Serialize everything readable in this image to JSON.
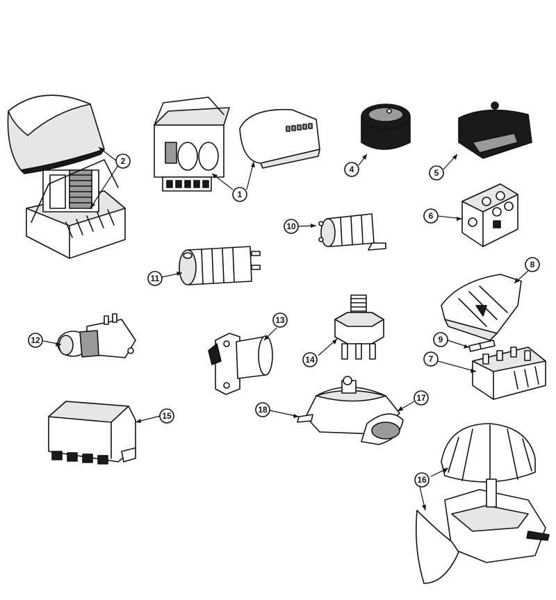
{
  "callouts": [
    {
      "id": "c1",
      "label": "1"
    },
    {
      "id": "c2",
      "label": "2"
    },
    {
      "id": "c4",
      "label": "4"
    },
    {
      "id": "c5",
      "label": "5"
    },
    {
      "id": "c6",
      "label": "6"
    },
    {
      "id": "c7",
      "label": "7"
    },
    {
      "id": "c8",
      "label": "8"
    },
    {
      "id": "c9",
      "label": "9"
    },
    {
      "id": "c10",
      "label": "10"
    },
    {
      "id": "c11",
      "label": "11"
    },
    {
      "id": "c12",
      "label": "12"
    },
    {
      "id": "c13",
      "label": "13"
    },
    {
      "id": "c14",
      "label": "14"
    },
    {
      "id": "c15",
      "label": "15"
    },
    {
      "id": "c16",
      "label": "16"
    },
    {
      "id": "c17",
      "label": "17"
    },
    {
      "id": "c18",
      "label": "18"
    }
  ]
}
